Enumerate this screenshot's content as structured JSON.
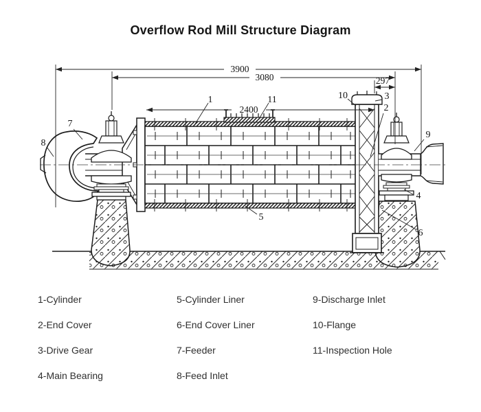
{
  "title": "Overflow Rod Mill Structure Diagram",
  "diagram": {
    "dimensions": {
      "d1": "3900",
      "d2": "3080",
      "d3": "297",
      "d4": "2400"
    },
    "callouts": {
      "c1": "1",
      "c2": "2",
      "c3": "3",
      "c4": "4",
      "c5": "5",
      "c6": "6",
      "c7": "7",
      "c8": "8",
      "c9": "9",
      "c10": "10",
      "c11": "11"
    }
  },
  "legend": {
    "columns": [
      {
        "items": [
          "1-Cylinder",
          "2-End Cover",
          "3-Drive Gear",
          "4-Main Bearing"
        ]
      },
      {
        "items": [
          "5-Cylinder Liner",
          "6-End Cover Liner",
          "7-Feeder",
          "8-Feed Inlet"
        ]
      },
      {
        "items": [
          "9-Discharge Inlet",
          "10-Flange",
          "11-Inspection Hole"
        ]
      }
    ]
  },
  "colors": {
    "ink": "#1b1b1b",
    "dim_line": "#222222",
    "legend_text": "#2f2f2f",
    "background": "#ffffff"
  }
}
